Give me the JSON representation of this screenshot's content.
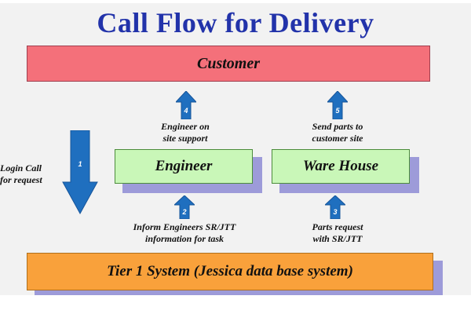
{
  "title": "Call Flow for Delivery",
  "boxes": {
    "customer": "Customer",
    "engineer": "Engineer",
    "warehouse": "Ware House",
    "tier1": "Tier 1 System (Jessica data base system)"
  },
  "steps": [
    {
      "number": "1",
      "label": "Login Call for request",
      "label_lines": [
        "Login Call",
        "for request"
      ]
    },
    {
      "number": "2",
      "label": "Inform Engineers SR/JTT information for task",
      "label_lines": [
        "Inform Engineers SR/JTT",
        "information for task"
      ]
    },
    {
      "number": "3",
      "label": "Parts request with SR/JTT",
      "label_lines": [
        "Parts request",
        "with SR/JTT"
      ]
    },
    {
      "number": "4",
      "label": "Engineer on site support",
      "label_lines": [
        "Engineer on",
        "site support"
      ]
    },
    {
      "number": "5",
      "label": "Send parts to customer site",
      "label_lines": [
        "Send parts to",
        "customer site"
      ]
    }
  ],
  "colors": {
    "title": "#2233aa",
    "customer": "#f4707a",
    "engineer": "#c9f7b8",
    "warehouse": "#c9f7b8",
    "tier1": "#f9a13b",
    "shadow": "#9d9bd9",
    "arrow": "#1f6fbf"
  },
  "icons": {
    "up_arrow": "up-arrow-icon",
    "down_arrow": "down-arrow-icon"
  }
}
